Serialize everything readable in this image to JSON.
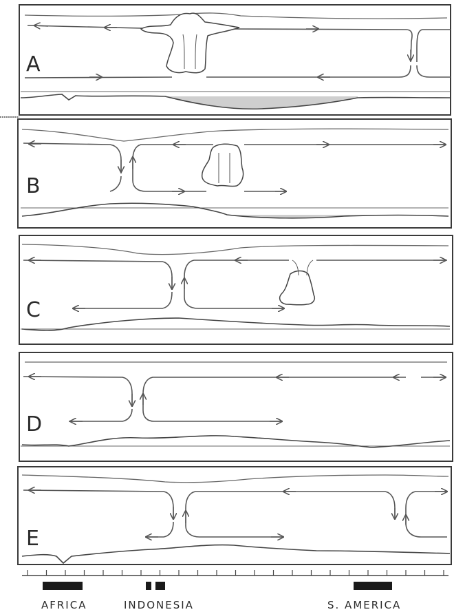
{
  "panels": [
    {
      "letter": "A"
    },
    {
      "letter": "B"
    },
    {
      "letter": "C"
    },
    {
      "letter": "D"
    },
    {
      "letter": "E"
    }
  ],
  "regions": {
    "africa": "AFRICA",
    "indonesia": "INDONESIA",
    "south_america": "S. AMERICA"
  }
}
